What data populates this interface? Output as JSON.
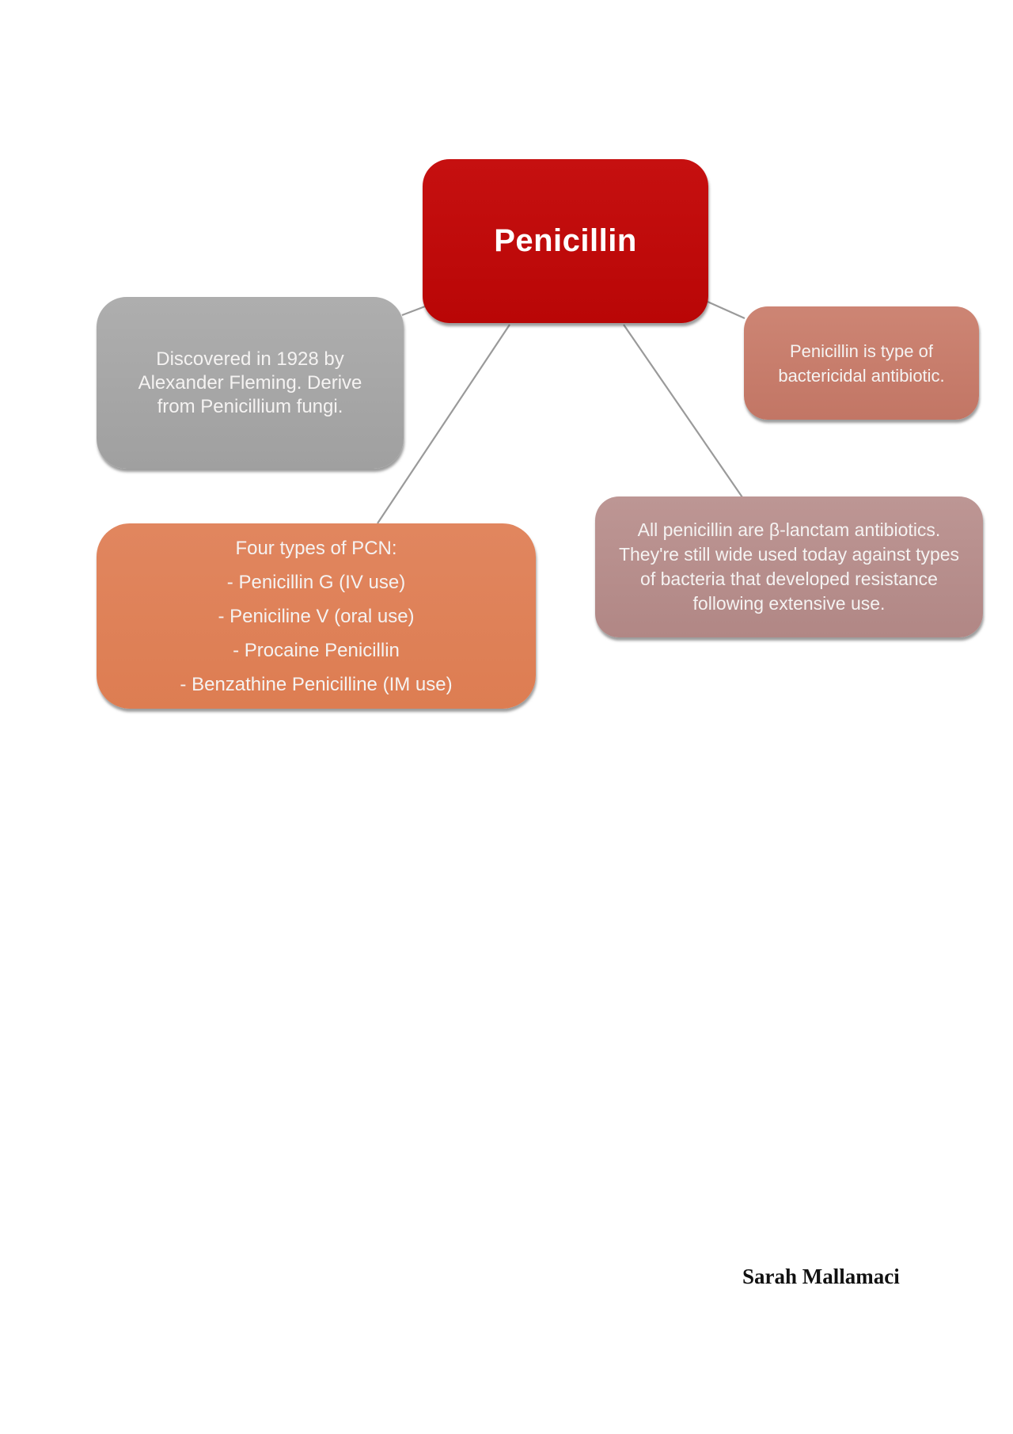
{
  "diagram": {
    "center": {
      "label": "Penicillin"
    },
    "nodes": {
      "discovery": {
        "text": "Discovered in 1928 by Alexander Fleming. Derive from Penicillium fungi."
      },
      "antibiotic_type": {
        "text": "Penicillin is type of bactericidal antibiotic."
      },
      "four_types": {
        "title": "Four types of PCN:",
        "items": [
          "- Penicillin G (IV use)",
          "- Peniciline V (oral use)",
          "- Procaine Penicillin",
          "- Benzathine Penicilline (IM use)"
        ]
      },
      "beta_lactam": {
        "text": "All penicillin are β-lanctam antibiotics. They're still wide used today against types of bacteria that developed resistance following extensive use."
      }
    },
    "colors": {
      "center": {
        "top": "#c61010",
        "bottom": "#b90606"
      },
      "discovery": {
        "top": "#aeaeae",
        "bottom": "#a0a0a0"
      },
      "antibiotic_type": {
        "top": "#cd8574",
        "bottom": "#c27665"
      },
      "four_types": {
        "top": "#e1865f",
        "bottom": "#dd7d52"
      },
      "beta_lactam": {
        "top": "#bd9694",
        "bottom": "#b18785"
      }
    },
    "connector_color": "#9a9a9a",
    "text_color": "#f5f3f2"
  },
  "signature": "Sarah Mallamaci"
}
